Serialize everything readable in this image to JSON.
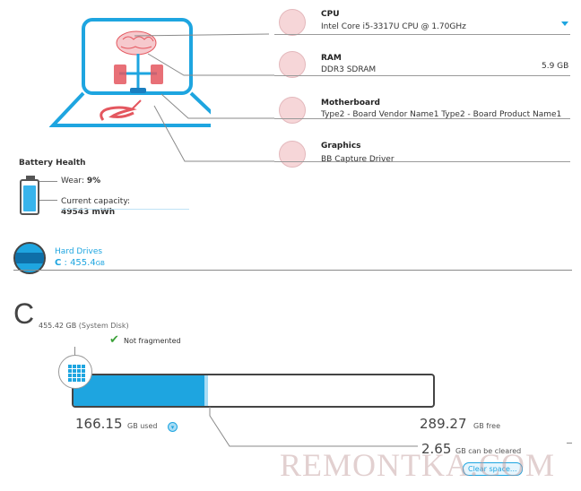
{
  "hardware": {
    "cpu": {
      "title": "CPU",
      "value": "Intel Core i5-3317U CPU @ 1.70GHz"
    },
    "ram": {
      "title": "RAM",
      "value": "DDR3 SDRAM",
      "size": "5.9 GB"
    },
    "motherboard": {
      "title": "Motherboard",
      "value": "Type2 - Board Vendor Name1 Type2 - Board Product Name1"
    },
    "graphics": {
      "title": "Graphics",
      "value": "BB Capture Driver"
    }
  },
  "battery": {
    "title": "Battery Health",
    "wear_label": "Wear:",
    "wear_value": "9%",
    "capacity_label": "Current capacity:",
    "capacity_value": "49543 mWh"
  },
  "hard_drives": {
    "title": "Hard Drives",
    "drive_letter": "C",
    "drive_size": " : 455.4",
    "drive_unit": "GB"
  },
  "disk": {
    "letter": "C",
    "size": "455.42 GB",
    "label": "(System Disk)",
    "fragment_status": "Not fragmented",
    "used": "166.15",
    "used_unit": "GB used",
    "free": "289.27",
    "free_unit": "GB free",
    "clearable": "2.65",
    "clearable_unit": "GB can be cleared",
    "clear_button": "Clear space...",
    "used_fraction": 0.365,
    "clearable_fraction": 0.006
  },
  "watermark": "REMONTKA.COM",
  "colors": {
    "accent": "#1ea5e0",
    "pink": "#f6d6d8",
    "brain": "#e4575f"
  }
}
